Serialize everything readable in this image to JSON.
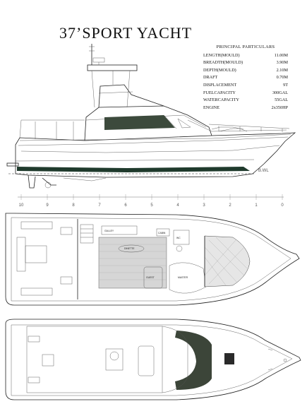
{
  "title": "37’SPORT YACHT",
  "specs": {
    "heading": "PRINCIPAL PARTICULARS",
    "rows": [
      {
        "label": "LENGTH(MOULD)",
        "value": "11.00M"
      },
      {
        "label": "BREADTH(MOULD)",
        "value": "3.90M"
      },
      {
        "label": "DEPTH(MOULD)",
        "value": "2.10M"
      },
      {
        "label": "DRAFT",
        "value": "0.70M"
      },
      {
        "label": "DISPLACEMENT",
        "value": "9T"
      },
      {
        "label": "FUELCAPACITY",
        "value": "300GAL"
      },
      {
        "label": "WATERCAPACITY",
        "value": "55GAL"
      },
      {
        "label": "ENGINE",
        "value": "2x350HP"
      }
    ]
  },
  "waterline_label": "B.WL",
  "station_numbers": [
    "10",
    "9",
    "8",
    "7",
    "6",
    "5",
    "4",
    "3",
    "2",
    "1",
    "0"
  ],
  "room_labels": {
    "galley": "GALLEY",
    "dinette": "DINETTE",
    "cabin": "CABIN",
    "toilet": "WC",
    "master": "MASTER",
    "guest": "GUEST"
  },
  "colors": {
    "hull_stripe": "#1f3a2c",
    "window": "#3c4a3c",
    "deck_pad": "#3c4539",
    "sole": "#cfcfcf"
  }
}
